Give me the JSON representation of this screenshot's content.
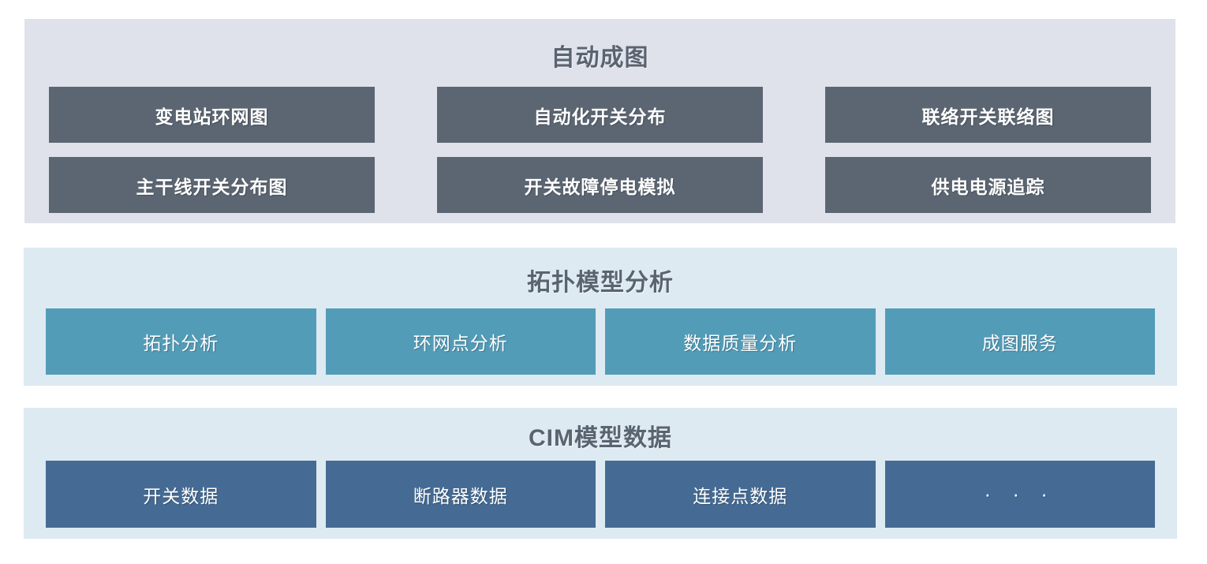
{
  "page": {
    "background": "#ffffff"
  },
  "sections": [
    {
      "id": "auto-drawing",
      "title": "自动成图",
      "panel_bg": "#dfe2ea",
      "box_bg": "#5c6673",
      "title_color": "#5a6471",
      "box_text_color": "#ffffff",
      "items": [
        "变电站环网图",
        "自动化开关分布",
        "联络开关联络图",
        "主干线开关分布图",
        "开关故障停电模拟",
        "供电电源追踪"
      ]
    },
    {
      "id": "topology-model-analysis",
      "title": "拓扑模型分析",
      "panel_bg": "#ddeaf2",
      "box_bg": "#539cb8",
      "title_color": "#5a6471",
      "box_text_color": "#ffffff",
      "items": [
        "拓扑分析",
        "环网点分析",
        "数据质量分析",
        "成图服务"
      ]
    },
    {
      "id": "cim-model-data",
      "title": "CIM模型数据",
      "panel_bg": "#ddeaf2",
      "box_bg": "#456b94",
      "title_color": "#5a6471",
      "box_text_color": "#ffffff",
      "items": [
        "开关数据",
        "断路器数据",
        "连接点数据",
        "· · ·"
      ]
    }
  ]
}
